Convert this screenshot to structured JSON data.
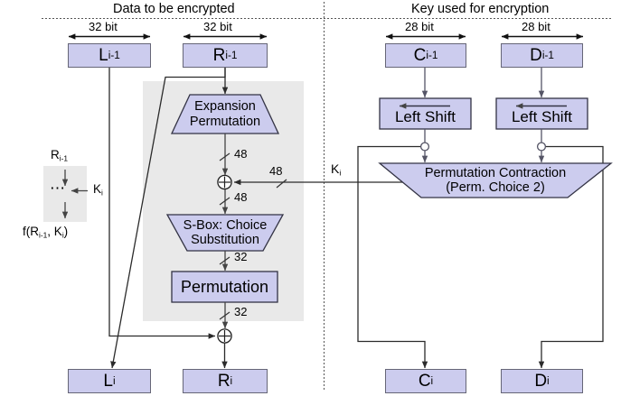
{
  "diagram": {
    "title_left": "Data to be encrypted",
    "title_right": "Key used for encryption",
    "dims": {
      "d32a": "32 bit",
      "d32b": "32 bit",
      "d28a": "28 bit",
      "d28b": "28 bit"
    },
    "data_boxes": {
      "l_in_main": "L",
      "l_in_sub": "i-1",
      "r_in_main": "R",
      "r_in_sub": "i-1",
      "l_out_main": "L",
      "l_out_sub": "i",
      "r_out_main": "R",
      "r_out_sub": "i"
    },
    "key_boxes": {
      "c_in_main": "C",
      "c_in_sub": "i-1",
      "d_in_main": "D",
      "d_in_sub": "i-1",
      "c_out_main": "C",
      "c_out_sub": "i",
      "d_out_main": "D",
      "d_out_sub": "i"
    },
    "blocks": {
      "expansion_line1": "Expansion",
      "expansion_line2": "Permutation",
      "sbox_line1": "S-Box: Choice",
      "sbox_line2": "Substitution",
      "permutation": "Permutation",
      "left_shift_1": "Left Shift",
      "left_shift_2": "Left Shift",
      "contraction_line1": "Permutation Contraction",
      "contraction_line2": "(Perm. Choice 2)"
    },
    "bit_labels": {
      "e_out": "48",
      "xor_in": "48",
      "xor_out": "48",
      "sbox_out": "32",
      "perm_out": "32"
    },
    "key_feed_label_main": "K",
    "key_feed_label_sub": "i",
    "legend": {
      "top_main": "R",
      "top_sub": "i-1",
      "key_main": "K",
      "key_sub": "i",
      "dots": "⋯",
      "result_prefix": "f(R",
      "result_sub1": "i-1",
      "result_mid": ", K",
      "result_sub2": "i",
      "result_suffix": ")"
    },
    "colors": {
      "box_fill": "#ccccee",
      "box_stroke": "#666677",
      "panel_fill": "#e9e9e9",
      "line": "#2b2b2b",
      "grayline": "#777777"
    }
  }
}
